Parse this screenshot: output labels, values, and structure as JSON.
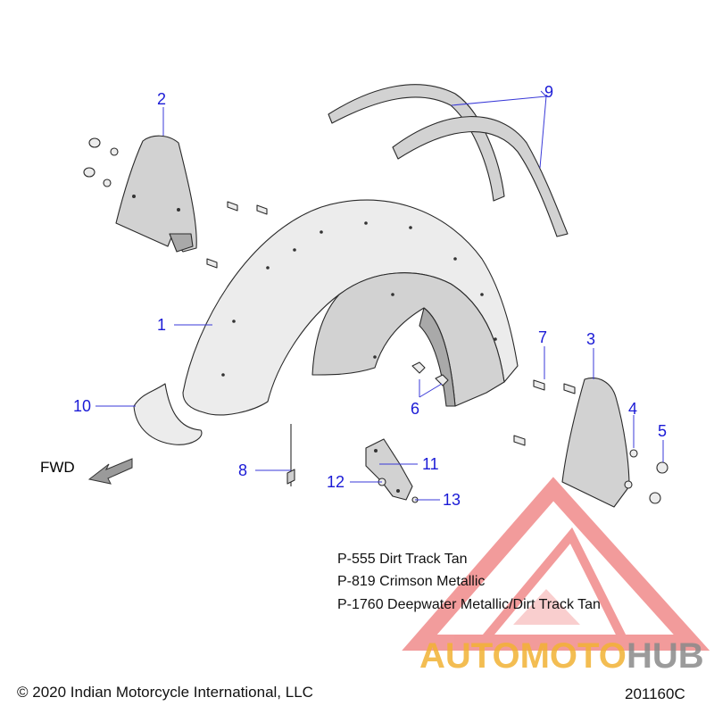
{
  "callouts": {
    "c1": "1",
    "c2": "2",
    "c3": "3",
    "c4": "4",
    "c5": "5",
    "c6": "6",
    "c7": "7",
    "c8": "8",
    "c9": "9",
    "c10": "10",
    "c11": "11",
    "c12": "12",
    "c13": "13"
  },
  "direction_label": "FWD",
  "paint_codes": [
    "P-555 Dirt Track Tan",
    "P-819 Crimson Metallic",
    "P-1760 Deepwater Metallic/Dirt Track Tan"
  ],
  "watermark": {
    "word1": "AUTOMOTO",
    "word2": "HUB",
    "color_accent": "#f2b234",
    "color_red": "#e84b4b",
    "color_grey": "#9a9a9a"
  },
  "copyright": "© 2020 Indian Motorcycle International, LLC",
  "diagram_id": "201160C"
}
